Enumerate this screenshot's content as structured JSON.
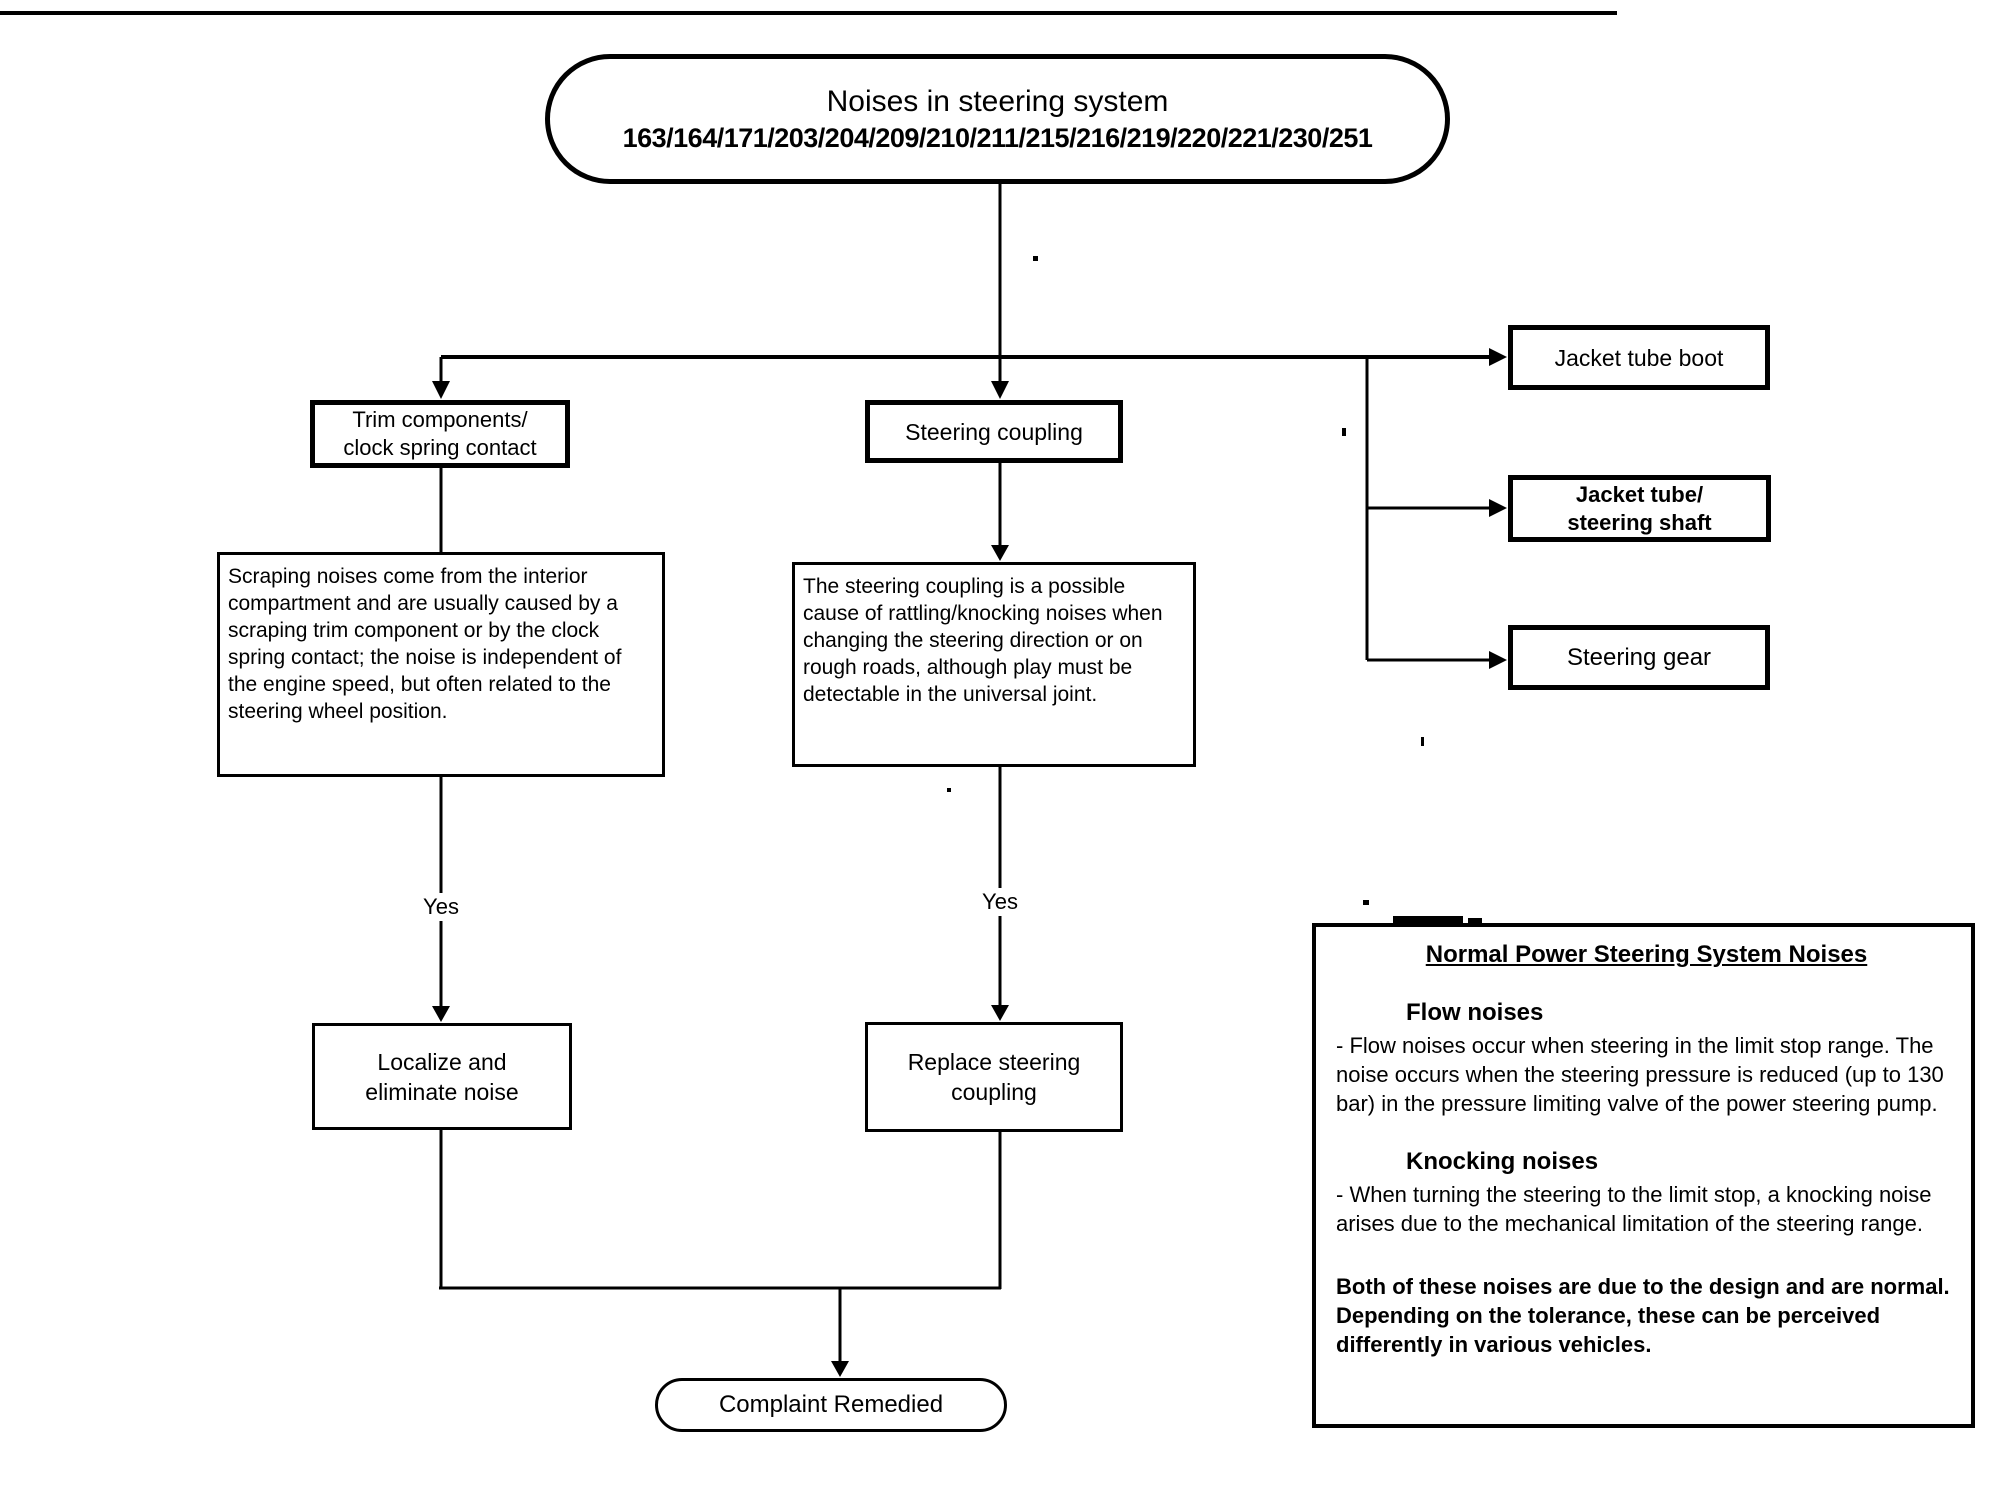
{
  "document": {
    "background": "#ffffff",
    "ink": "#000000"
  },
  "flowchart": {
    "start": {
      "line1": "Noises in steering system",
      "line2": "163/164/171/203/204/209/210/211/215/216/219/220/221/230/251"
    },
    "nodes": {
      "trim": "Trim components/\nclock spring contact",
      "coupling": "Steering coupling",
      "jacket_boot": "Jacket tube boot",
      "jacket_shaft": "Jacket tube/\nsteering shaft",
      "gear": "Steering gear",
      "trim_desc": "Scraping noises come from the interior compartment and are usually caused by a scraping trim component or by the clock spring contact; the noise is independent of the engine speed, but often related to the steering wheel position.",
      "coupling_desc": "The steering coupling is a possible cause of rattling/knocking noises when changing the steering direction or on rough roads, although play must be detectable in the universal joint.",
      "localize": "Localize and\neliminate noise",
      "replace": "Replace steering\ncoupling",
      "end": "Complaint Remedied"
    },
    "labels": {
      "yes_left": "Yes",
      "yes_right": "Yes"
    }
  },
  "info_panel": {
    "title": "Normal Power Steering System Noises",
    "flow_heading": "Flow noises",
    "flow_body": "-  Flow noises occur when steering in the limit stop range.  The noise occurs when the steering pressure is reduced (up to 130 bar) in the pressure limiting valve of the power steering pump.",
    "knocking_heading": "Knocking noises",
    "knocking_body": "-  When turning the steering to the limit stop, a knocking noise arises due to the mechanical limitation of the steering range.",
    "footer": "Both of these noises are due to the design and are normal.  Depending on the tolerance, these can be perceived differently in various vehicles."
  }
}
